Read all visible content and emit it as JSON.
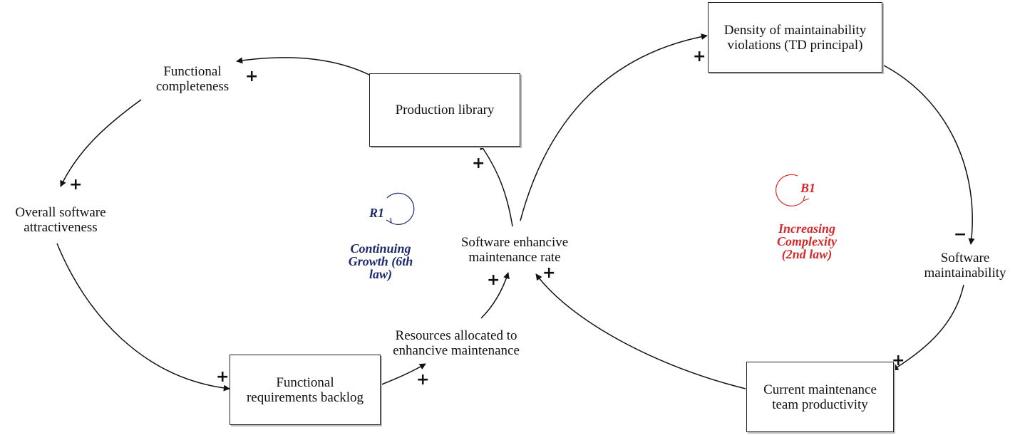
{
  "stocks": {
    "production_library": "Production library",
    "density_violations": "Density of maintainability\nviolations (TD principal)",
    "functional_backlog": "Functional\nrequirements backlog",
    "team_productivity": "Current maintenance\nteam productivity"
  },
  "variables": {
    "functional_completeness": "Functional\ncompleteness",
    "overall_attractiveness": "Overall software\nattractiveness",
    "enhancive_rate": "Software enhancive\nmaintenance rate",
    "resources_allocated": "Resources allocated to\nenhancive maintenance",
    "software_maintainability": "Software\nmaintainability"
  },
  "polarities": {
    "plus": "+",
    "minus": "−"
  },
  "loops": {
    "r1": {
      "id": "R1",
      "name": "Continuing\nGrowth (6th\nlaw)",
      "color": "#1f2a6b"
    },
    "b1": {
      "id": "B1",
      "name": "Increasing\nComplexity\n(2nd law)",
      "color": "#d42a2a"
    }
  }
}
